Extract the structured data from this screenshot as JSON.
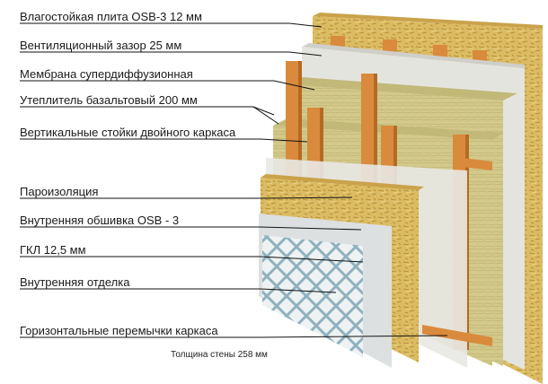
{
  "labels": [
    {
      "id": "osb-outer",
      "text": "Влагостойкая плита OSB-3 12 мм"
    },
    {
      "id": "vent-gap",
      "text": "Вентиляционный зазор 25 мм"
    },
    {
      "id": "membrane",
      "text": "Мембрана супердиффузионная"
    },
    {
      "id": "insulation",
      "text": "Утеплитель базальтовый 200 мм"
    },
    {
      "id": "studs",
      "text": "Вертикальные стойки двойного каркаса"
    },
    {
      "id": "vapor",
      "text": "Пароизоляция"
    },
    {
      "id": "osb-inner",
      "text": "Внутренняя обшивка OSB - 3"
    },
    {
      "id": "gkl",
      "text": "ГКЛ 12,5 мм"
    },
    {
      "id": "finish",
      "text": "Внутренняя отделка"
    },
    {
      "id": "crossbars",
      "text": "Горизонтальные перемычки каркаса"
    }
  ],
  "caption": "Толщина стены 258 мм",
  "colors": {
    "osb": "#d9b85c",
    "osb_dark": "#b8933a",
    "membrane": "#e6e6e2",
    "insulation": "#d2c886",
    "insulation_shade": "#b9ae6a",
    "wood": "#d98a3c",
    "wood_dark": "#b56a24",
    "gkl": "#dfe2e3",
    "finish_pattern": "#8fb1bf",
    "leader": "#111111"
  }
}
